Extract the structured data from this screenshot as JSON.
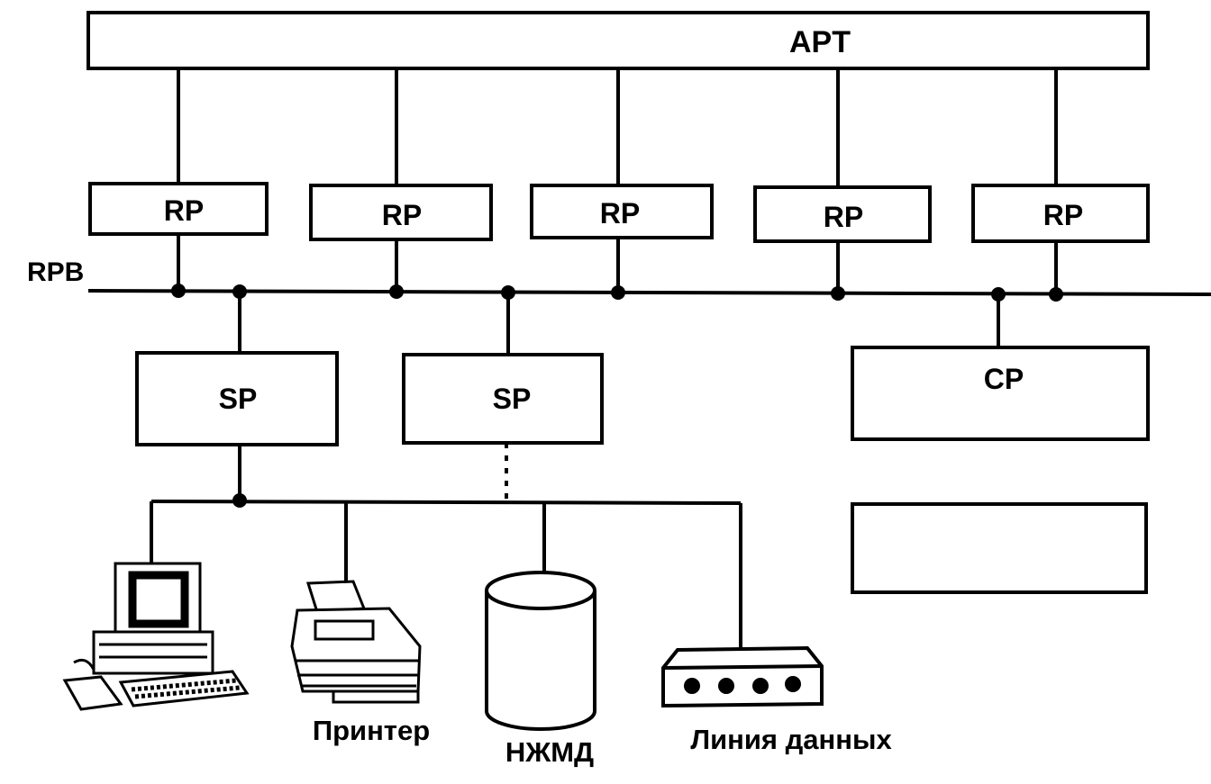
{
  "bus": {
    "top_label": "APT",
    "rp_bus_label": "RPB"
  },
  "processors": {
    "rp": [
      "RP",
      "RP",
      "RP",
      "RP",
      "RP"
    ],
    "sp": [
      "SP",
      "SP"
    ],
    "cp": "CP",
    "unlabeled_box": ""
  },
  "devices": {
    "printer": "Принтер",
    "disk": "НЖМД",
    "data_line": "Линия данных"
  },
  "icons": [
    "computer-icon",
    "printer-icon",
    "disk-icon",
    "modem-icon"
  ],
  "colors": {
    "line": "#000000",
    "background": "#ffffff"
  }
}
